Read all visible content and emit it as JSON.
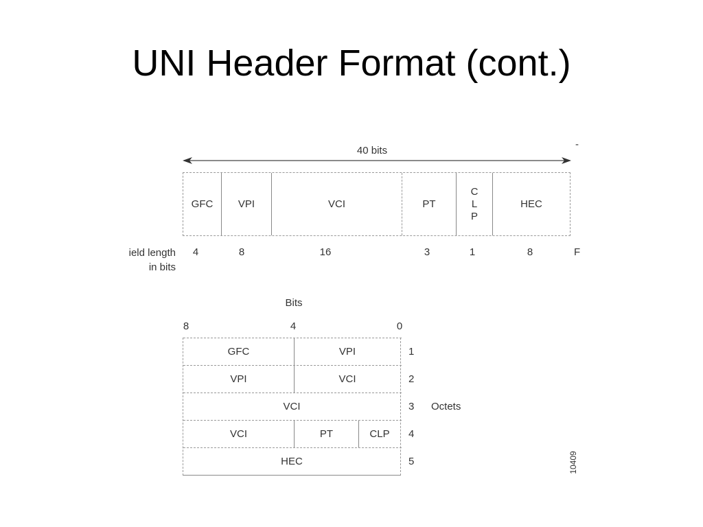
{
  "title": "UNI Header Format (cont.)",
  "top_diagram": {
    "span_label": "40 bits",
    "fields": [
      {
        "name": "GFC",
        "bits": "4"
      },
      {
        "name": "VPI",
        "bits": "8"
      },
      {
        "name": "VCI",
        "bits": "16"
      },
      {
        "name": "PT",
        "bits": "3"
      },
      {
        "name": "CLP",
        "bits": "1",
        "vertical": [
          "C",
          "L",
          "P"
        ]
      },
      {
        "name": "HEC",
        "bits": "8"
      }
    ],
    "field_length_label_1": "ield length",
    "field_length_label_2": "in bits",
    "edge_mark": "F",
    "dash_mark": "-"
  },
  "bottom_diagram": {
    "bits_label": "Bits",
    "bit_ticks": [
      "8",
      "4",
      "0"
    ],
    "octets_label": "Octets",
    "rows": [
      {
        "octet": "1",
        "cells": [
          "GFC",
          "VPI"
        ]
      },
      {
        "octet": "2",
        "cells": [
          "VPI",
          "VCI"
        ]
      },
      {
        "octet": "3",
        "cells": [
          "VCI"
        ]
      },
      {
        "octet": "4",
        "cells": [
          "VCI",
          "PT",
          "CLP"
        ]
      },
      {
        "octet": "5",
        "cells": [
          "HEC"
        ]
      }
    ]
  },
  "figure_id": "10409"
}
